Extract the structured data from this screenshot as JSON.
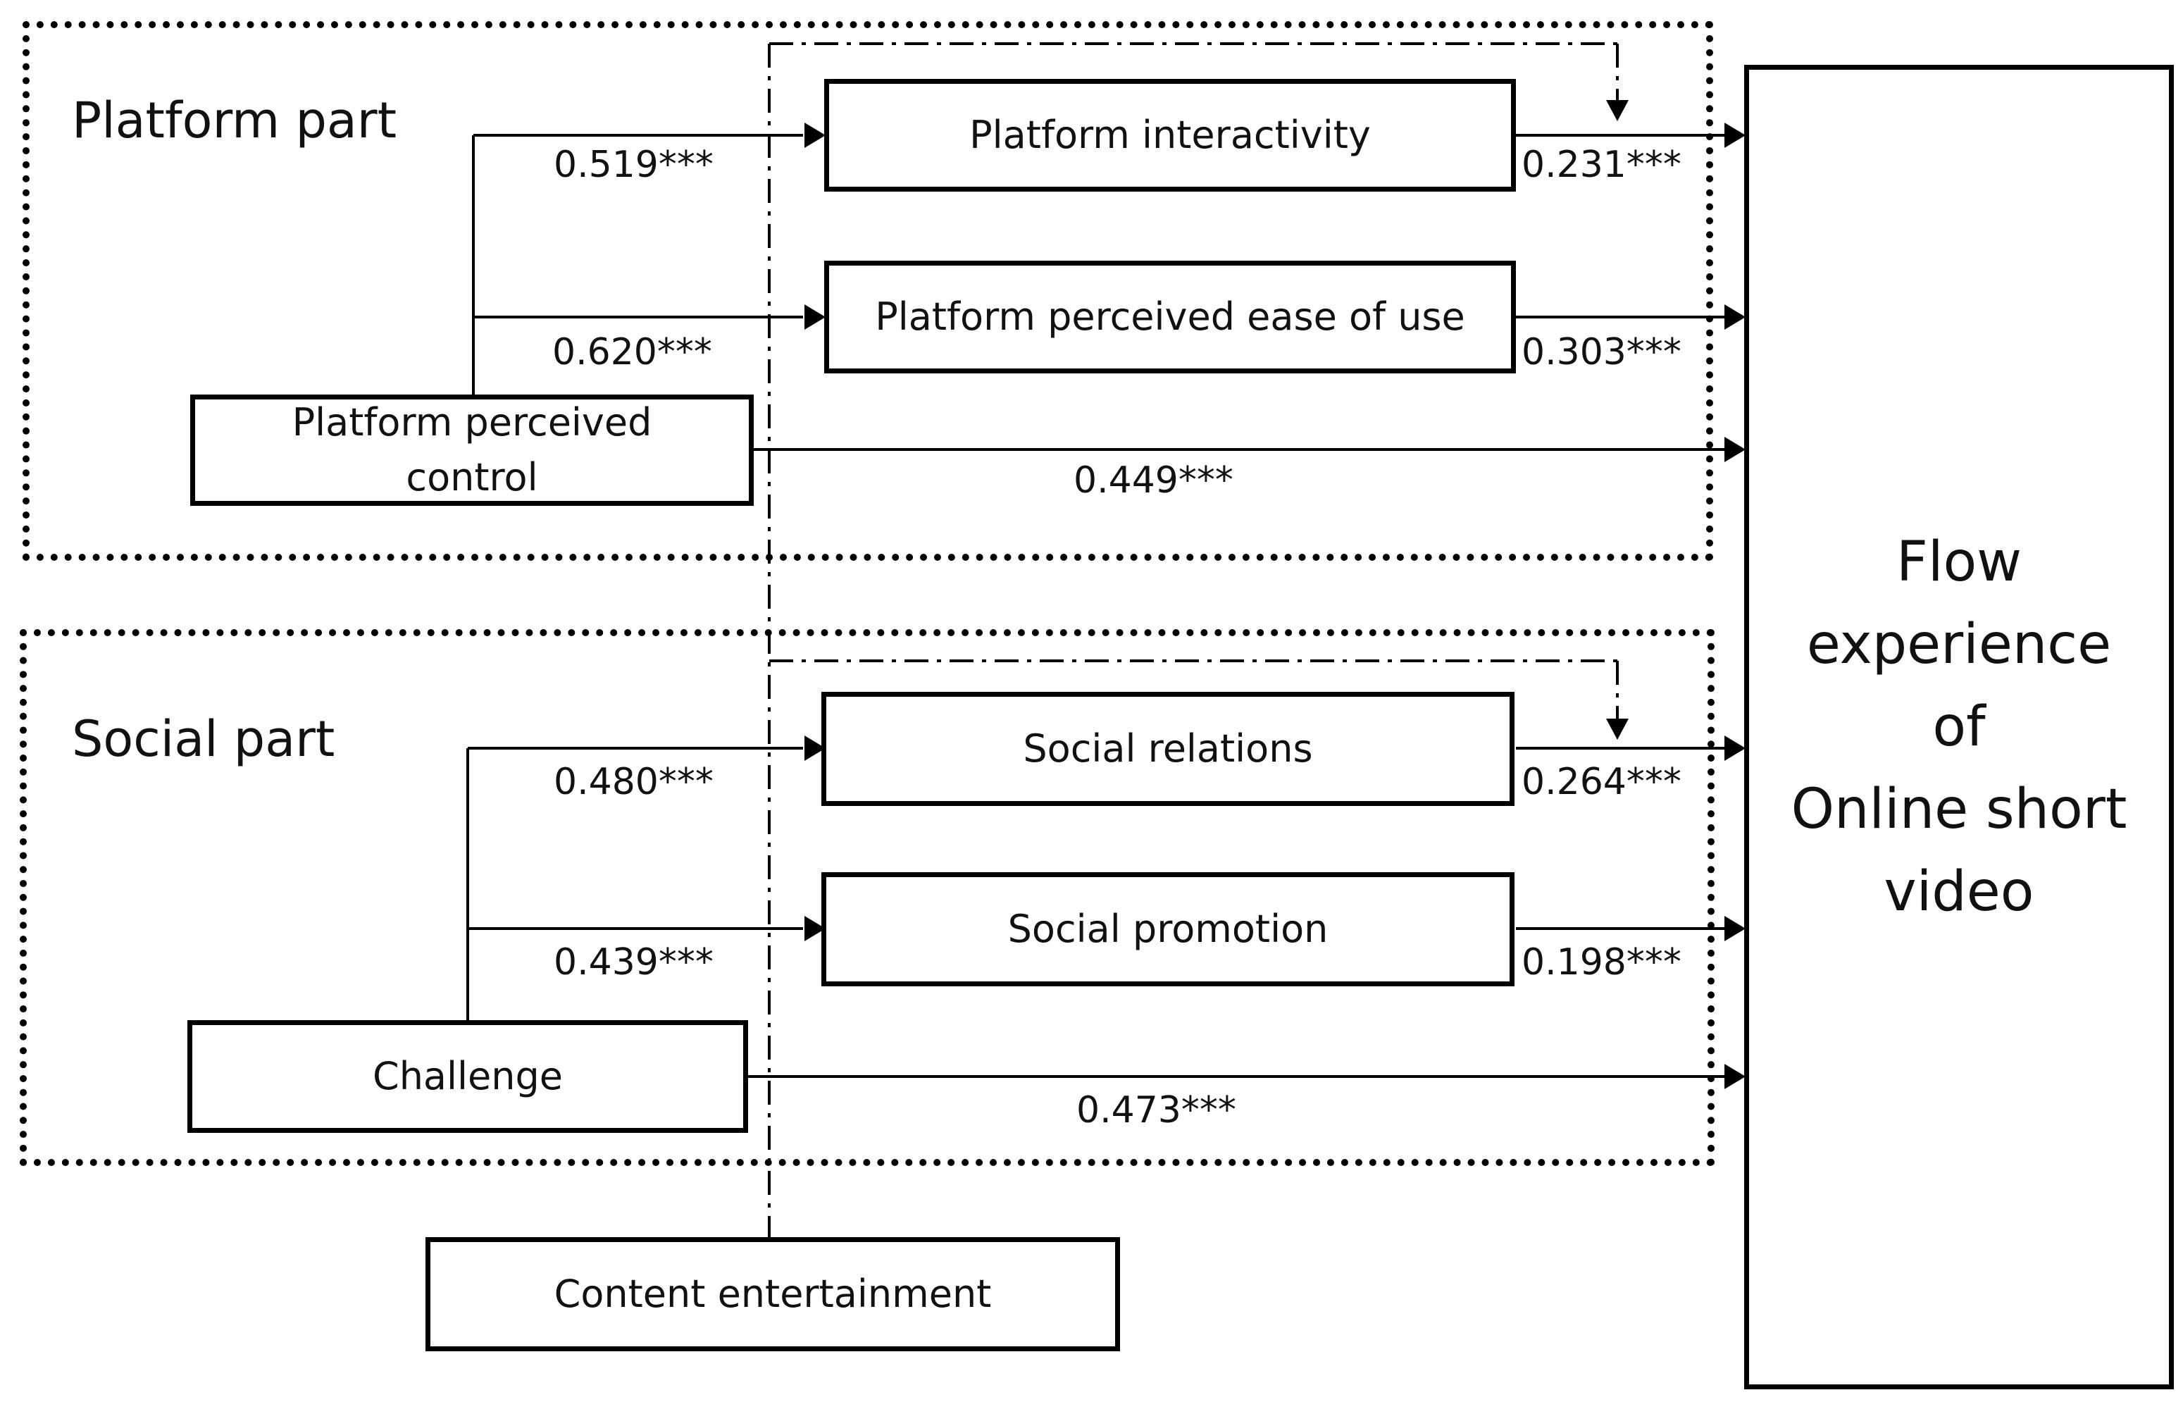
{
  "groups": {
    "platform": {
      "title": "Platform part"
    },
    "social": {
      "title": "Social part"
    }
  },
  "nodes": {
    "platform_interactivity": "Platform interactivity",
    "platform_ease_of_use": "Platform perceived ease of use",
    "platform_perceived_control_line1": "Platform perceived",
    "platform_perceived_control_line2": "control",
    "social_relations": "Social relations",
    "social_promotion": "Social promotion",
    "challenge": "Challenge",
    "content_entertainment": "Content entertainment",
    "flow_line1": "Flow",
    "flow_line2": "experience",
    "flow_line3": "of",
    "flow_line4": "Online short",
    "flow_line5": "video"
  },
  "coefficients": {
    "control_to_interactivity": "0.519***",
    "interactivity_to_flow": "0.231***",
    "control_to_ease": "0.620***",
    "ease_to_flow": "0.303***",
    "control_to_flow": "0.449***",
    "challenge_to_relations": "0.480***",
    "relations_to_flow": "0.264***",
    "challenge_to_promotion": "0.439***",
    "promotion_to_flow": "0.198***",
    "challenge_to_flow": "0.473***"
  }
}
